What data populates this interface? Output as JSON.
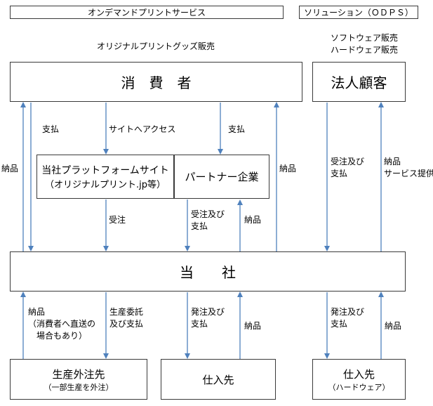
{
  "headers": {
    "odp": "オンデマンドプリントサービス",
    "solution": "ソリューション（ＯＤＰＳ）"
  },
  "top_notes": {
    "odp_sales": "オリジナルプリントグッズ販売",
    "solution_sales": "ソフトウェア販売\nハードウェア販売"
  },
  "nodes": {
    "consumer": "消　費　者",
    "corporate_customer": "法人顧客",
    "company_site": {
      "line1": "当社プラットフォームサイト",
      "line2": "（オリジナルプリント.jp等）"
    },
    "partner": "パートナー企業",
    "company": "当　　社",
    "outsourcer": {
      "line1": "生産外注先",
      "line2": "（一部生産を外注）"
    },
    "supplier": "仕入先",
    "supplier_hw": {
      "line1": "仕入先",
      "line2": "（ハードウェア）"
    }
  },
  "edge_labels": {
    "delivery_left": "納品",
    "payment_left": "支払",
    "site_access": "サイトへアクセス",
    "payment_partner": "支払",
    "delivery_mid": "納品",
    "order_receive": "受注",
    "order_payment_partner": "受注及び\n支払",
    "delivery_partner": "納品",
    "order_payment_corp": "受注及び\n支払",
    "delivery_service": "納品\nサービス提供",
    "delivery_outsourcer": "納品\n（消費者へ直送の\n　場合もあり）",
    "production_payment": "生産委託\n及び支払",
    "order_payment_supplier": "発注及び\n支払",
    "delivery_supplier": "納品",
    "order_payment_hw": "発注及び\n支払",
    "delivery_hw": "納品"
  },
  "colors": {
    "arrow": "#4f81bd",
    "border": "#3a3a3a"
  }
}
